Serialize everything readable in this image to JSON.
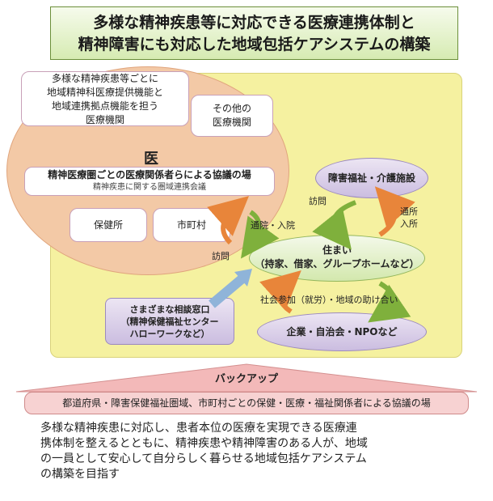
{
  "title": {
    "line1": "多様な精神疾患等に対応できる医療連携体制と",
    "line2": "精神障害にも対応した地域包括ケアシステムの構築"
  },
  "medical": {
    "block_lines": [
      "多様な精神疾患等ごとに",
      "地域精神科医療提供機能と",
      "地域連携拠点機能を担う",
      "医療機関"
    ],
    "other_lines": [
      "その他の",
      "医療機関"
    ],
    "heading": "医 療",
    "area_title": "精神医療圏ごとの医療関係者らによる協議の場",
    "area_sub": "精神疾患に関する圏域連携会議",
    "hokenjo": "保健所",
    "shichoson": "市町村"
  },
  "nodes": {
    "shogai": "障害福祉・介護施設",
    "sumai_line1": "住まい",
    "sumai_line2": "（持家、借家、グループホームなど）",
    "kigyo": "企業・自治会・NPOなど",
    "sodan_lines": [
      "さまざまな相談窓口",
      "（精神保健福祉センター",
      "ハローワークなど）"
    ]
  },
  "labels": {
    "tsuin": "通院・入院",
    "homon_left": "訪問",
    "homon_right": "訪問",
    "tsusho": "通所",
    "nyusho": "入所",
    "shakai": "社会参加（就労）・地域の助け合い"
  },
  "backup": "バックアップ",
  "prefecture_bar": "都道府県・障害保健福祉圏域、市町村ごとの保健・医療・福祉関係者による協議の場",
  "footer": [
    "多様な精神疾患に対応し、患者本位の医療を実現できる医療連",
    "携体制を整えるとともに、精神疾患や精神障害のある人が、地域",
    "の一員として安心して自分らしく暮らせる地域包括ケアシステム",
    "の構築を目指す"
  ],
  "colors": {
    "title_bg": "#d6ebb2",
    "region": "#f5f1a0",
    "medical": "#f3c9a6",
    "arrow_orange": "#e8853a",
    "arrow_green": "#7fb03c",
    "bar_pink": "#f7d2d2"
  }
}
